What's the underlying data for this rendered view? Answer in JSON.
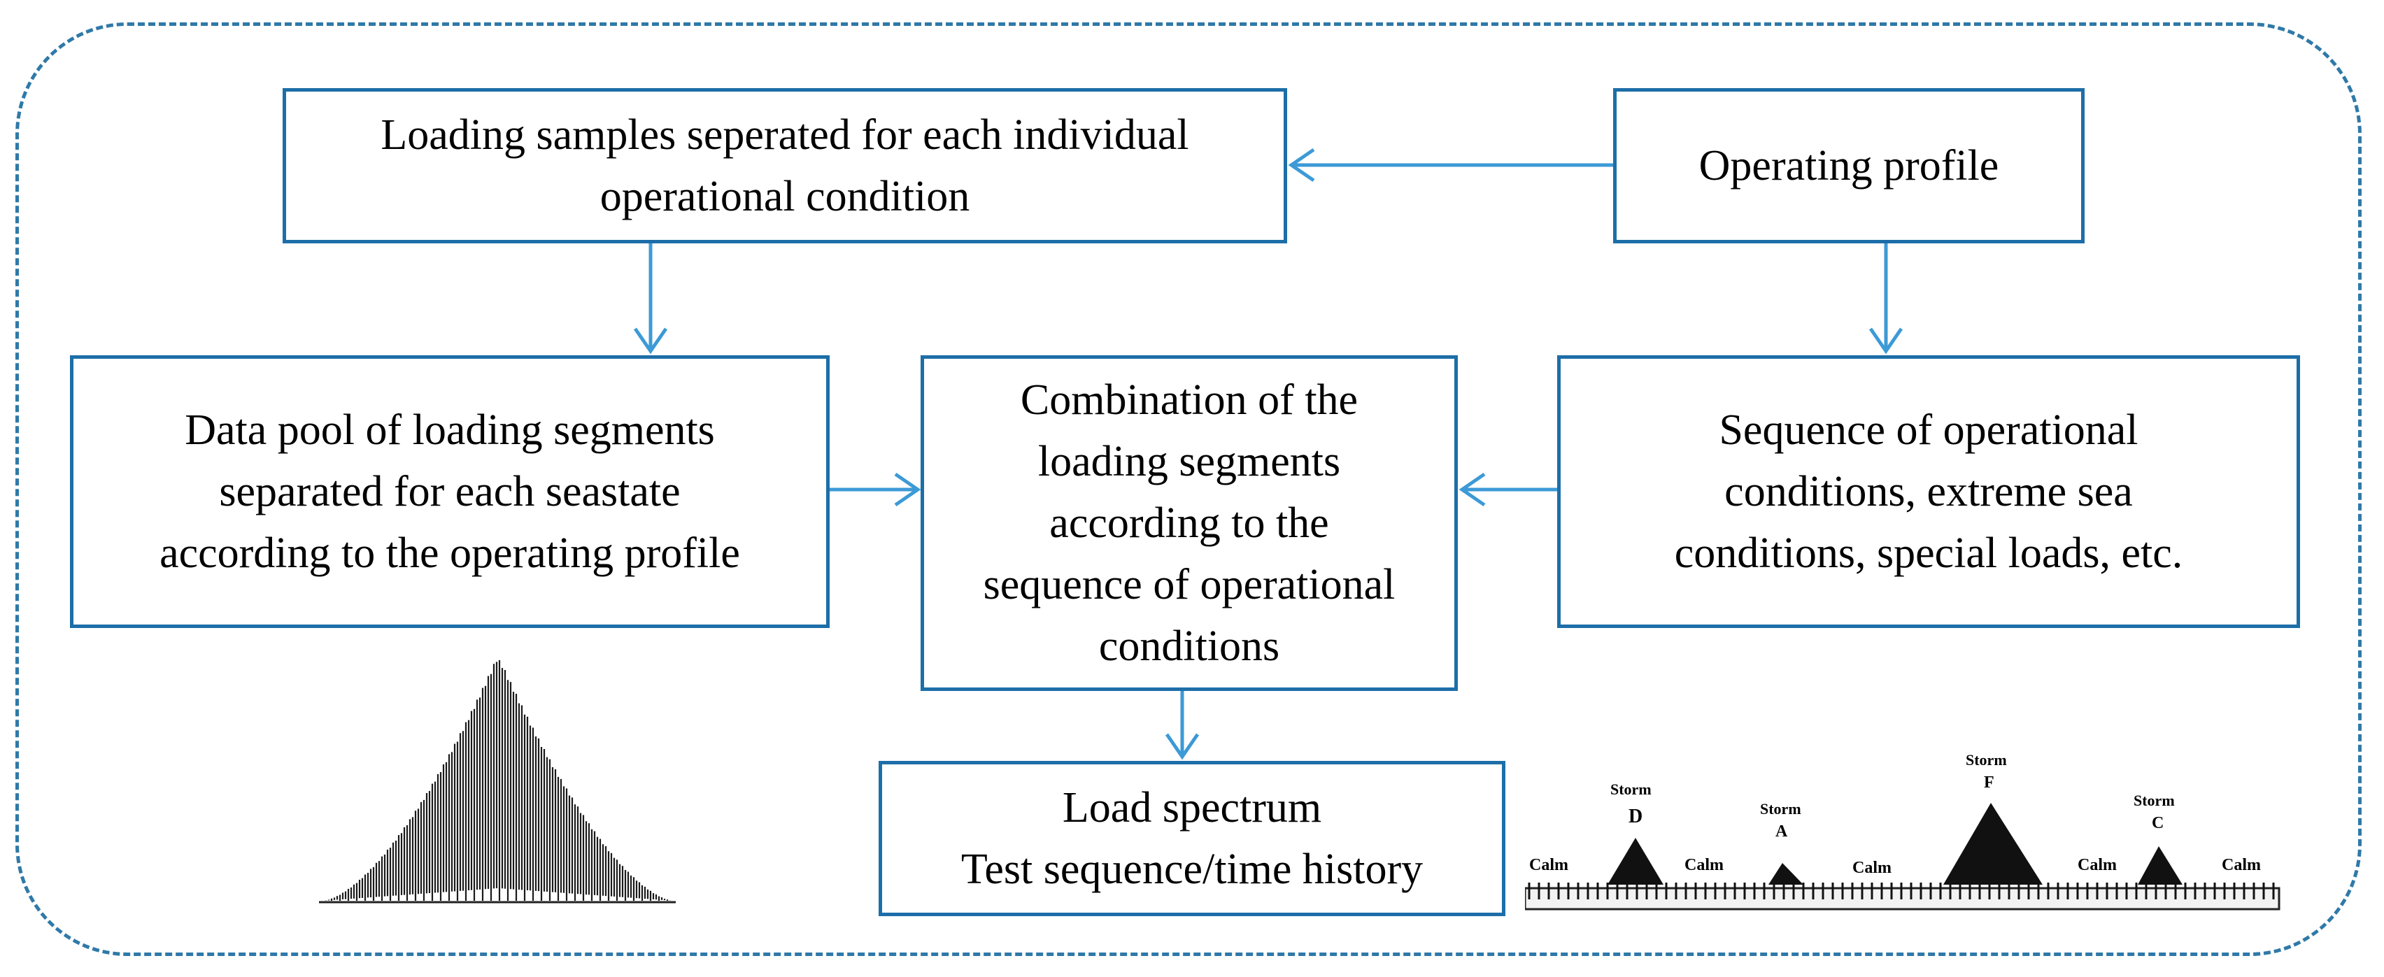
{
  "boxes": {
    "loading_samples": [
      "Loading samples seperated for each individual",
      "operational condition"
    ],
    "operating_profile": [
      "Operating profile"
    ],
    "data_pool": [
      "Data pool of loading segments",
      "separated for each seastate",
      "according to the operating profile"
    ],
    "combination": [
      "Combination of the",
      "loading segments",
      "according to the",
      "sequence of operational",
      "conditions"
    ],
    "sequence": [
      "Sequence of operational",
      "conditions, extreme sea",
      "conditions, special loads, etc."
    ],
    "load_spectrum": [
      "Load spectrum",
      "Test sequence/time history"
    ]
  },
  "storm_sequence": {
    "calm_label": "Calm",
    "storm_word": "Storm",
    "storm_letters": [
      "D",
      "A",
      "F",
      "C"
    ]
  },
  "colors": {
    "border": "#1d6ea8",
    "arrow": "#3c9ad6",
    "dashed_frame": "#2f79a8"
  }
}
